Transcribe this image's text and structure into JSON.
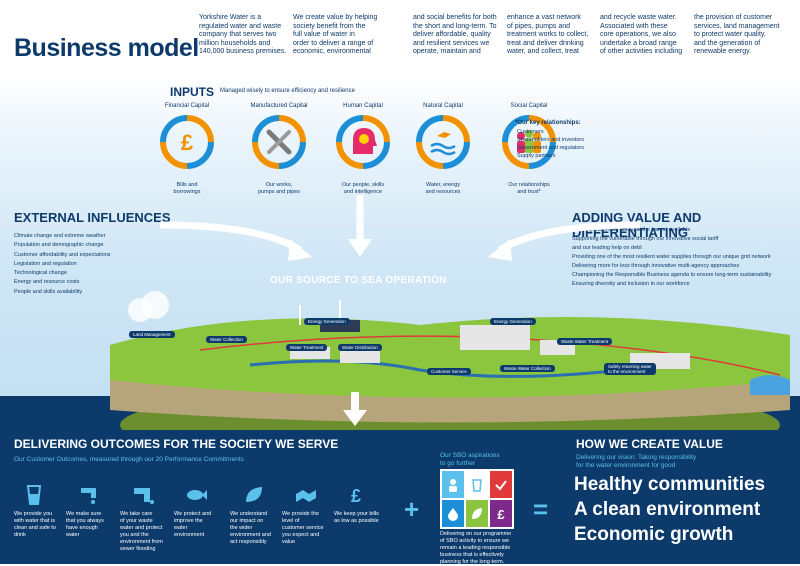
{
  "title": "Business model",
  "intro_columns": [
    "Yorkshire Water is a\nregulated water and waste\ncompany that serves two\nmillion households and\n140,000 business premises.",
    "We create value by helping\nsociety benefit from the\nfull value of water in\norder to deliver a range of\neconomic, environmental",
    "and social benefits for both\nthe short and long-term. To\ndeliver affordable, quality\nand resilient services we\noperate, maintain and",
    "enhance a vast network\nof pipes, pumps and\ntreatment works to collect,\ntreat and deliver drinking\nwater, and collect, treat",
    "and recycle waste water.\nAssociated with these\ncore operations, we also\nundertake a broad range\nof other activities including",
    "the provision of customer\nservices, land management\nto protect water quality,\nand the generation of\nrenewable energy."
  ],
  "inputs": {
    "title": "INPUTS",
    "subtitle": "Managed wisely to ensure efficiency and resilience",
    "capitals": [
      {
        "name": "Financial Capital",
        "label": "Bills and\nborrowings",
        "icon": "pound-icon"
      },
      {
        "name": "Manufactured Capital",
        "label": "Our works,\npumps and pipes",
        "icon": "tools-icon"
      },
      {
        "name": "Human Capital",
        "label": "Our people, skills\nand intelligence",
        "icon": "head-lightbulb-icon"
      },
      {
        "name": "Natural Capital",
        "label": "Water, energy\nand resources",
        "icon": "water-bird-icon"
      },
      {
        "name": "Social Capital",
        "label": "Our relationships\nand trust*",
        "icon": "people-icon"
      }
    ],
    "key_relationships_title": "*Our key relationships:",
    "key_relationships": [
      "Customers",
      "Shareholders and investors",
      "Government and regulators",
      "Supply partners"
    ]
  },
  "external_influences": {
    "title": "EXTERNAL INFLUENCES",
    "items": [
      "Climate change and extreme weather",
      "Population and demographic change",
      "Customer affordability and expectations",
      "Legislation and regulation",
      "Technological change",
      "Energy and resource costs",
      "People and skills availability"
    ]
  },
  "adding_value": {
    "title": "ADDING VALUE AND DIFFERENTIATING",
    "items": [
      "Keeping water bills amongst the lowest available",
      "Supporting the vulnerable through our innovative social tariff\nand our leading help on debt",
      "Providing one of the most resilient water supplies through our unique grid network",
      "Delivering more for less through innovative multi-agency approaches",
      "Championing the Responsible Business agenda to ensure long-term sustainability",
      "Ensuring diversity and inclusion in our workforce"
    ]
  },
  "operation": {
    "title": "OUR SOURCE TO SEA OPERATION",
    "callouts": {
      "land": "Land Management",
      "collection": "Water Collection",
      "treatment": "Water Treatment",
      "distribution": "Water Distribution",
      "energy1": "Energy Generation",
      "energy2": "Energy Generation",
      "customer": "Customer Service",
      "waste_collection": "Waste Water Collection",
      "waste_treatment": "Waste Water Treatment",
      "returning": "Safely returning water\nto the environment"
    }
  },
  "outcomes": {
    "title": "DELIVERING OUTCOMES FOR THE SOCIETY WE SERVE",
    "subtitle": "Our Customer Outcomes, measured through our 20 Performance Commitments",
    "items": [
      {
        "text": "We provide you\nwith water that is\nclean and safe to\ndrink",
        "icon": "glass-icon"
      },
      {
        "text": "We make sure\nthat you always\nhave enough\nwater",
        "icon": "tap-icon"
      },
      {
        "text": "We take care\nof your waste\nwater and protect\nyou and the\nenvironment from\nsewer flooding",
        "icon": "pipe-icon"
      },
      {
        "text": "We protect and\nimprove the\nwater\nenvironment",
        "icon": "fish-icon"
      },
      {
        "text": "We understand\nour impact on\nthe wider\nenvironment and\nact responsibly",
        "icon": "leaf-icon"
      },
      {
        "text": "We provide the\nlevel of\ncustomer service\nyou expect and\nvalue",
        "icon": "handshake-icon"
      },
      {
        "text": "We keep your bills\nas low as possible",
        "icon": "pound-icon"
      }
    ]
  },
  "sbo": {
    "title": "Our SBO aspirations\nto go further",
    "text": "Delivering on our programme\nof SBO activity to ensure we\nremain a leading responsible\nbusiness that is effectively\nplanning for the long-term."
  },
  "operators": {
    "plus": "+",
    "equals": "="
  },
  "value": {
    "title": "HOW WE CREATE VALUE",
    "subtitle": "Delivering our vision: Taking responsibility\nfor the water environment for good",
    "items": [
      "Healthy communities",
      "A clean environment",
      "Economic growth"
    ]
  },
  "colors": {
    "navy": "#0b3a6b",
    "accent_blue": "#5bc0eb",
    "orange": "#f39200",
    "text_dark": "#0e3a6b"
  }
}
